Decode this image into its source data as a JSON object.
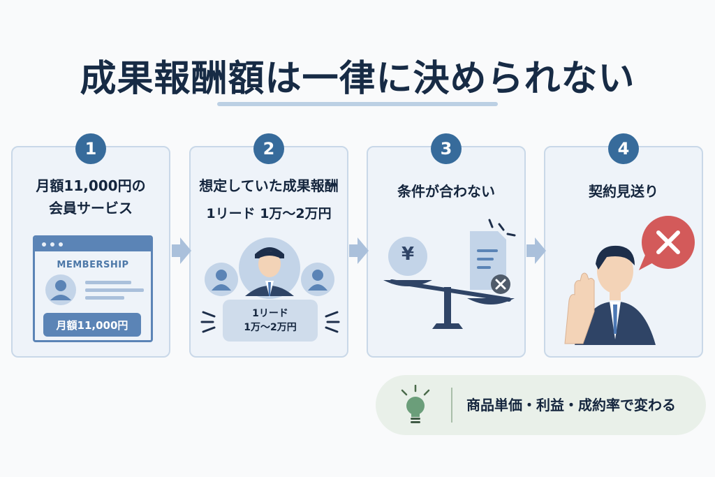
{
  "title": "成果報酬額は一律に決められない",
  "steps": [
    {
      "number": "1",
      "title_line1": "月額11,000円の",
      "title_line2": "会員サービス",
      "card_label": "MEMBERSHIP",
      "price": "月額11,000円"
    },
    {
      "number": "2",
      "title": "想定していた成果報酬",
      "subtitle": "1リード  1万〜2万円",
      "badge_line1": "1リード",
      "badge_line2": "1万〜2万円"
    },
    {
      "number": "3",
      "title": "条件が合わない",
      "currency_symbol": "¥"
    },
    {
      "number": "4",
      "title": "契約見送り"
    }
  ],
  "tip": {
    "text": "商品単価・利益・成約率で変わる"
  },
  "colors": {
    "accent": "#376b9b",
    "card_bg": "#eef3f9",
    "card_border": "#c9d8e8",
    "reject": "#d35a5a",
    "tip_bg": "#e9f0e9"
  }
}
